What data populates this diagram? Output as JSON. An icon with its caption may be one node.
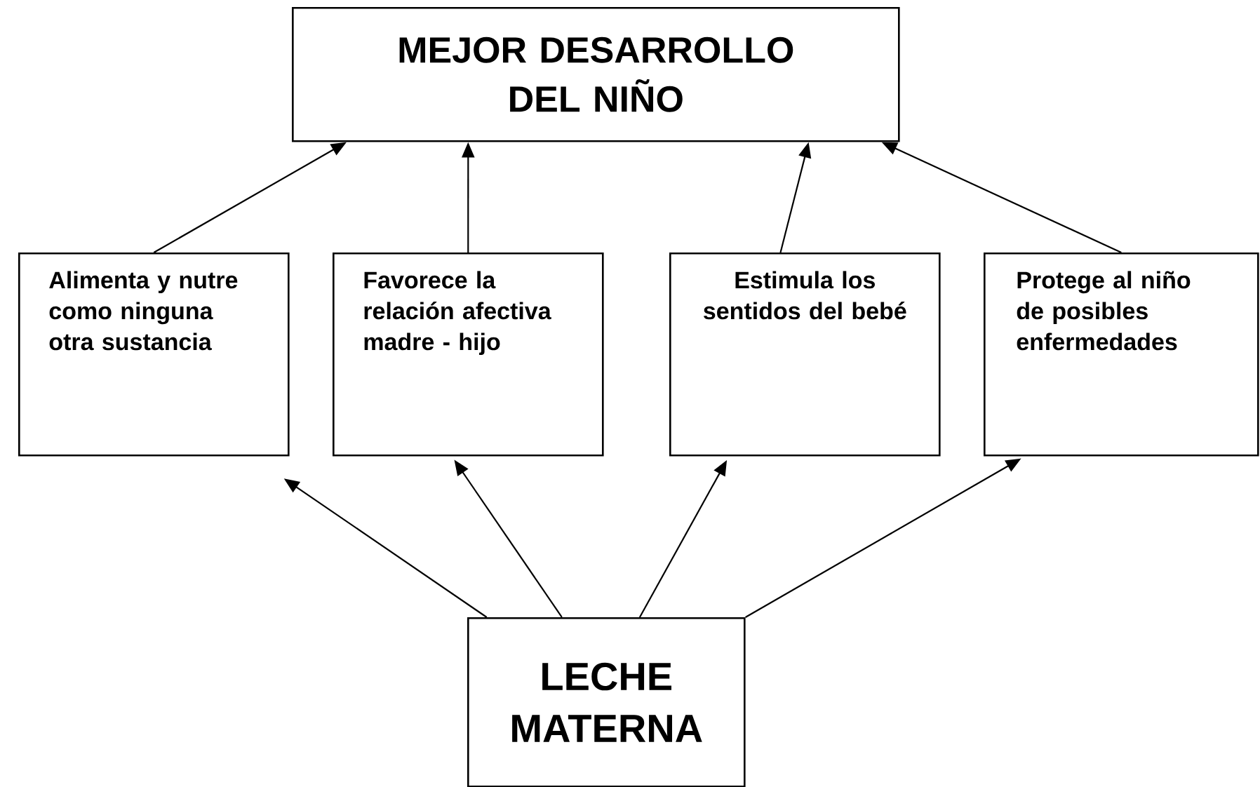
{
  "diagram": {
    "nodes": [
      {
        "text": [
          "MEJOR DESARROLLO DEL NIÑO"
        ]
      },
      {
        "text": [
          "Alimenta y nutre como ninguna otra sustancia"
        ]
      },
      {
        "text": [
          "Favorece la relación afectiva madre - hijo"
        ]
      },
      {
        "text": [
          "Estimula los sentidos del bebé"
        ]
      },
      {
        "text": [
          "Protege al niño de posibles enfermedades"
        ]
      },
      {
        "text": [
          "LECHE MATERNA"
        ]
      }
    ],
    "edges": [
      {
        "from": 1,
        "to": 0,
        "arrow": "to"
      },
      {
        "from": 2,
        "to": 0,
        "arrow": "to"
      },
      {
        "from": 3,
        "to": 0,
        "arrow": "to"
      },
      {
        "from": 4,
        "to": 0,
        "arrow": "to"
      },
      {
        "from": 5,
        "to": 1,
        "arrow": "to"
      },
      {
        "from": 5,
        "to": 2,
        "arrow": "to"
      },
      {
        "from": 5,
        "to": 3,
        "arrow": "to"
      },
      {
        "from": 5,
        "to": 4,
        "arrow": "to"
      }
    ]
  }
}
